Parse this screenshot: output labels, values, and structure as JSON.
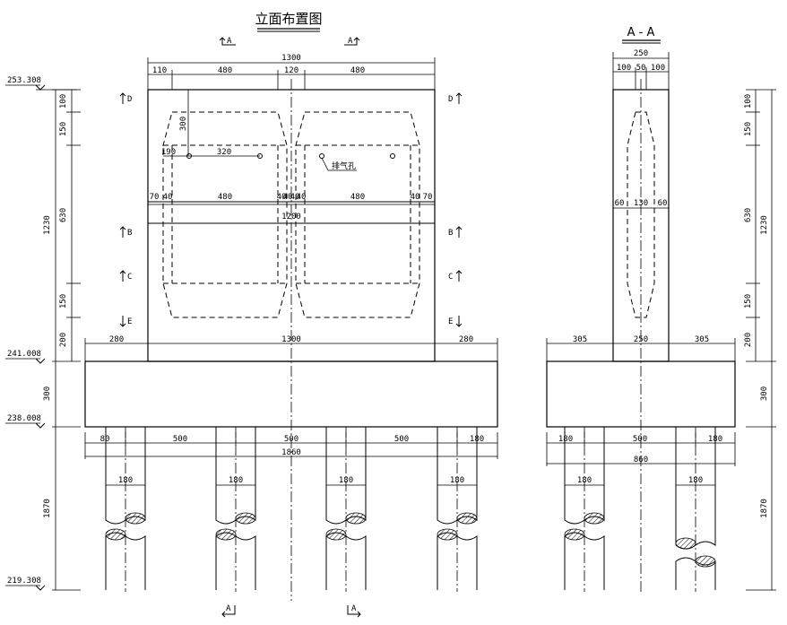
{
  "titles": {
    "elevation": "立面布置图",
    "section": "A - A"
  },
  "section_marks": {
    "A": "A",
    "B": "B",
    "C": "C",
    "D": "D",
    "E": "E"
  },
  "elevations": {
    "top": "253.308",
    "cap_top": "241.008",
    "cap_bottom": "238.008",
    "pile_bottom": "219.308"
  },
  "note": "排气孔",
  "dims_front": {
    "total_width": "1300",
    "left_edge": "110",
    "opening_left": "480",
    "mid_gap": "120",
    "opening_right": "480",
    "hole_depth": "300",
    "hole_offset": "190",
    "hole_spacing": "320",
    "side_70_left": "70",
    "side_40a": "40",
    "inner_480_left": "480",
    "inner_40b": "40",
    "inner_40c": "40",
    "inner_40d": "40",
    "inner_40e": "40",
    "inner_480_right": "480",
    "side_40f": "40",
    "side_70_right": "70",
    "inner_total": "1200",
    "cap_left_overhang": "280",
    "cap_mid": "1300",
    "cap_right_overhang": "280",
    "pile_edge_left": "80",
    "pile_spacing_1": "500",
    "pile_spacing_2": "500",
    "pile_spacing_3": "500",
    "pile_edge_right": "180",
    "cap_total": "1860",
    "pile_dia": "180"
  },
  "dims_left_vertical": {
    "d100": "100",
    "d150_top": "150",
    "d630": "630",
    "d150_bot": "150",
    "d200": "200",
    "d1230": "1230",
    "d300": "300",
    "d1870": "1870"
  },
  "dims_section": {
    "width": "250",
    "w100a": "100",
    "w50": "50",
    "w100b": "100",
    "w60a": "60",
    "w130": "130",
    "w60b": "60",
    "cap_left": "305",
    "cap_mid": "250",
    "cap_right": "305",
    "pile_edge_left": "180",
    "pile_spacing": "500",
    "pile_edge_right": "180",
    "cap_total": "860",
    "pile_dia": "180"
  },
  "dims_right_vertical": {
    "d100": "100",
    "d150_top": "150",
    "d630": "630",
    "d150_bot": "150",
    "d200": "200",
    "d1230": "1230",
    "d300": "300",
    "d1870": "1870"
  }
}
